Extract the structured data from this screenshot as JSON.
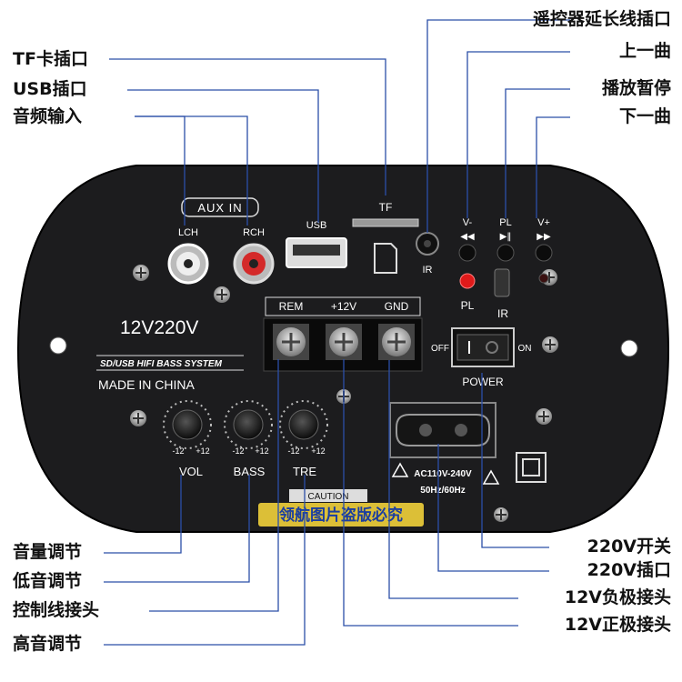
{
  "callouts": {
    "tf_card_port": "TF卡插口",
    "usb_port": "USB插口",
    "audio_input": "音频输入",
    "remote_ext_port": "遥控器延长线插口",
    "prev_track": "上一曲",
    "play_pause": "播放暂停",
    "next_track": "下一曲",
    "volume_adjust": "音量调节",
    "bass_adjust": "低音调节",
    "control_wire_connector": "控制线接头",
    "treble_adjust": "高音调节",
    "switch_220v": "220V开关",
    "socket_220v": "220V插口",
    "neg_12v": "12V负极接头",
    "pos_12v": "12V正极接头"
  },
  "panel": {
    "aux_in": "AUX IN",
    "lch": "LCH",
    "rch": "RCH",
    "usb": "USB",
    "tf": "TF",
    "v_minus": "V-",
    "pl": "PL",
    "v_plus": "V+",
    "ir": "IR",
    "pl_led": "PL",
    "ir2": "IR",
    "rem": "REM",
    "plus12v": "+12V",
    "gnd": "GND",
    "model": "12V220V",
    "system": "SD/USB HIFI BASS SYSTEM",
    "made_in": "MADE IN CHINA",
    "off": "OFF",
    "on": "ON",
    "power": "POWER",
    "vol": "VOL",
    "bass": "BASS",
    "tre": "TRE",
    "knob_range_min": "-12",
    "knob_range_max": "+12",
    "caution": "CAUTION",
    "ac_rating": "AC110V-240V",
    "freq": "50Hz/60Hz",
    "watermark": "领航图片盗版必究"
  },
  "colors": {
    "panel": "#1c1c1e",
    "callout_line": "#2b4fa8",
    "watermark": "#f2d23a",
    "led_red": "#e01a1a"
  }
}
